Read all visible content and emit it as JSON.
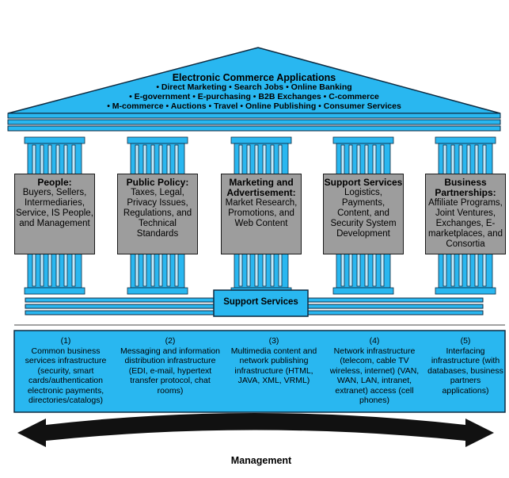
{
  "roof": {
    "title": "Electronic Commerce Applications",
    "line1": "• Direct Marketing • Search Jobs • Online Banking",
    "line2": "• E-government • E-purchasing • B2B Exchanges • C-commerce",
    "line3": "• M-commerce • Auctions • Travel • Online Publishing • Consumer Services"
  },
  "pillars": [
    {
      "title": "People:",
      "body": "Buyers, Sellers, Intermediaries, Service, IS People, and Management"
    },
    {
      "title": "Public Policy:",
      "body": "Taxes, Legal, Privacy Issues, Regulations, and Technical Standards"
    },
    {
      "title": "Marketing and Advertisement:",
      "body": "Market Research, Promotions, and Web Content"
    },
    {
      "title": "Support Services",
      "body": "Logistics, Payments, Content, and Security System Development"
    },
    {
      "title": "Business Partnerships:",
      "body": "Affiliate Programs, Joint Ventures, Exchanges, E-marketplaces, and Consortia"
    }
  ],
  "support_label": "Support Services",
  "infrastructure": [
    {
      "num": "(1)",
      "text": "Common business services infrastructure (security, smart cards/authentication electronic payments, directories/catalogs)"
    },
    {
      "num": "(2)",
      "text": "Messaging and information distribution infrastructure (EDI, e-mail, hypertext transfer protocol, chat rooms)"
    },
    {
      "num": "(3)",
      "text": "Multimedia content and network publishing infrastructure (HTML, JAVA, XML, VRML)"
    },
    {
      "num": "(4)",
      "text": "Network infrastructure (telecom, cable TV wireless, internet) (VAN, WAN, LAN, intranet, extranet) access (cell phones)"
    },
    {
      "num": "(5)",
      "text": "Interfacing infrastructure (with databases, business partners applications)"
    }
  ],
  "management_label": "Management",
  "colors": {
    "blue": "#29b7f0",
    "light_blue": "#bfe9fb",
    "gray": "#9d9d9d",
    "dark": "#111111"
  }
}
